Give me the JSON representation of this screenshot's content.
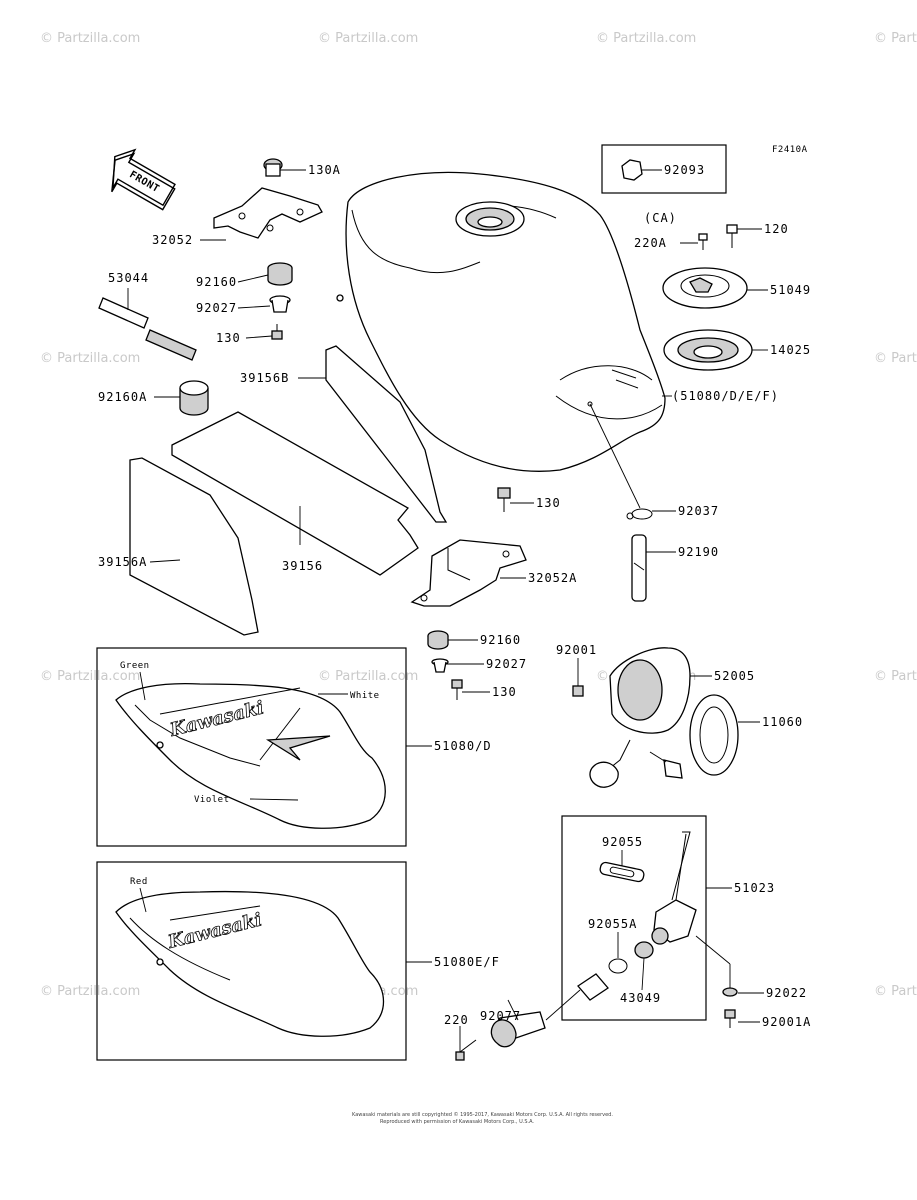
{
  "figure_code": "F2410A",
  "front_arrow": {
    "label": "FRONT",
    "icon": "front-arrow-icon"
  },
  "watermark": "© Partzilla.com",
  "footer": {
    "line1": "Kawasaki materials are still copyrighted © 1995-2017, Kawasaki Motors Corp. U.S.A. All rights reserved.",
    "line2": "Reproduced with permission of Kawasaki Motors Corp., U.S.A."
  },
  "callouts": {
    "p130a": "130A",
    "p32052": "32052",
    "p53044": "53044",
    "p92160_top": "92160",
    "p92027_top": "92027",
    "p130_top": "130",
    "p92160a": "92160A",
    "p39156b": "39156B",
    "p39156a": "39156A",
    "p39156": "39156",
    "p130_mid": "130",
    "p32052a": "32052A",
    "p92160_mid": "92160",
    "p92027_mid": "92027",
    "p130_low": "130",
    "p92093": "92093",
    "ca": "(CA)",
    "p220a": "220A",
    "p120": "120",
    "p51049": "51049",
    "p14025": "14025",
    "p51080def": "(51080/D/E/F)",
    "p92037": "92037",
    "p92190": "92190",
    "p92001": "92001",
    "p52005": "52005",
    "p11060": "11060",
    "p51080d": "51080/D",
    "p51080ef": "51080E/F",
    "p92055": "92055",
    "p51023": "51023",
    "p92055a": "92055A",
    "p43049": "43049",
    "p92022": "92022",
    "p92077": "92077",
    "p220": "220",
    "p92001a": "92001A"
  },
  "colors": {
    "green": "Green",
    "white": "White",
    "violet": "Violet",
    "red": "Red"
  },
  "brand_text": "Kawasaki"
}
